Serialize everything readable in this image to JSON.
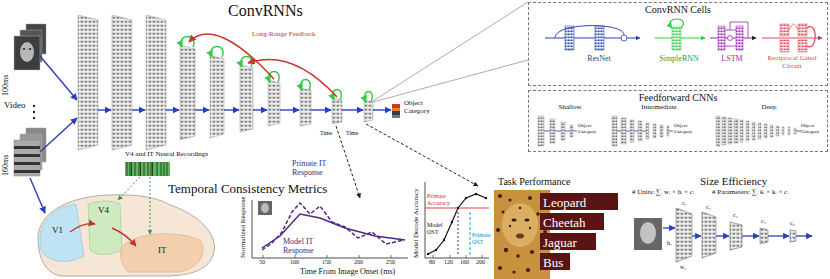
{
  "diagram": {
    "nodes": [
      {
        "text": [
          "ConvRNN Cells"
        ]
      },
      {
        "text": [
          "ResNet"
        ],
        "in": 0
      },
      {
        "text": [
          "SimpleRNN"
        ],
        "in": 0
      },
      {
        "text": [
          "LSTM"
        ],
        "in": 0
      },
      {
        "text": [
          "Reciprocal Gated Circuit"
        ],
        "in": 0
      },
      {
        "text": [
          "Feedforward CNNs"
        ]
      },
      {
        "text": [
          "Shallow"
        ],
        "in": 5
      },
      {
        "text": [
          "Intermediate"
        ],
        "in": 5
      },
      {
        "text": [
          "Deep"
        ],
        "in": 5
      },
      {
        "text": [
          "Leopard"
        ]
      },
      {
        "text": [
          "Cheetah"
        ]
      },
      {
        "text": [
          "Jaguar"
        ]
      },
      {
        "text": [
          "Bus"
        ]
      }
    ],
    "labels": [
      "ConvRNNs",
      "Long-Range Feedback",
      "100ms",
      "Video",
      "160ms",
      "Object Category",
      "Time",
      "Time",
      "V4 and IT Neural Recordings",
      "V1",
      "V4",
      "IT",
      "Temporal Consistency Metrics",
      "Primate IT Response",
      "Normalized Response",
      "Model IT Response",
      "50",
      "100",
      "150",
      "200",
      "250",
      "Model Decode Accuracy",
      "Primate Accuracy",
      "Model OST",
      "Primate OST",
      "80",
      "120",
      "160",
      "200",
      "Time From Image Onset (ms)",
      "Task Performance",
      "Size Efficiency",
      "# Units: ∑ᵢ wᵢ × hᵢ × cᵢ",
      "# Parameters: ∑ᵢ kᵢ × kᵢ × cᵢ",
      "Object Category",
      "Object Category",
      "Object Category",
      "h₁",
      "w₁",
      "c₁",
      "c₂",
      "c₃",
      "c₄",
      "c₅"
    ]
  }
}
